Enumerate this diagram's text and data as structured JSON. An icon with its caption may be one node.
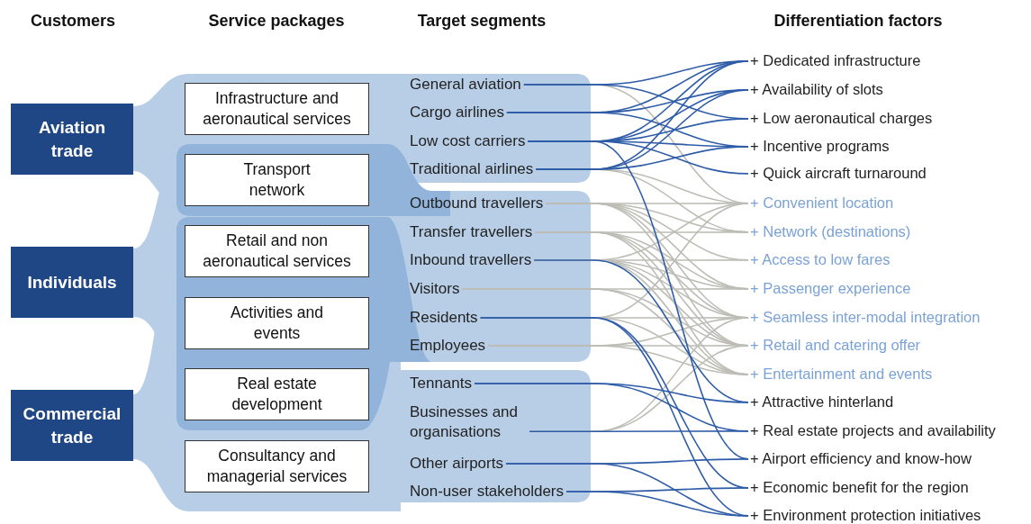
{
  "diagram": {
    "nodes": [
      {
        "text": [
          "Aviation trade"
        ]
      },
      {
        "text": [
          "Individuals"
        ]
      },
      {
        "text": [
          "Commercial trade"
        ]
      },
      {
        "text": [
          "Infrastructure and aeronautical services"
        ]
      },
      {
        "text": [
          "Transport network"
        ]
      },
      {
        "text": [
          "Retail and non aeronautical services"
        ]
      },
      {
        "text": [
          "Activities and events"
        ]
      },
      {
        "text": [
          "Real estate development"
        ]
      },
      {
        "text": [
          "Consultancy and managerial services"
        ]
      },
      {
        "text": [
          "General aviation"
        ]
      },
      {
        "text": [
          "Cargo airlines"
        ]
      },
      {
        "text": [
          "Low cost carriers"
        ]
      },
      {
        "text": [
          "Traditional airlines"
        ]
      },
      {
        "text": [
          "Outbound travellers"
        ]
      },
      {
        "text": [
          "Transfer travellers"
        ]
      },
      {
        "text": [
          "Inbound travellers"
        ]
      },
      {
        "text": [
          "Visitors"
        ]
      },
      {
        "text": [
          "Residents"
        ]
      },
      {
        "text": [
          "Employees"
        ]
      },
      {
        "text": [
          "Tennants"
        ]
      },
      {
        "text": [
          "Businesses and organisations"
        ]
      },
      {
        "text": [
          "Other airports"
        ]
      },
      {
        "text": [
          "Non-user stakeholders"
        ]
      },
      {
        "text": [
          "+ Dedicated infrastructure"
        ]
      },
      {
        "text": [
          "+ Availability of slots"
        ]
      },
      {
        "text": [
          "+ Low aeronautical charges"
        ]
      },
      {
        "text": [
          "+ Incentive programs"
        ]
      },
      {
        "text": [
          "+ Quick aircraft turnaround"
        ]
      },
      {
        "text": [
          "+ Convenient location"
        ]
      },
      {
        "text": [
          "+ Network (destinations)"
        ]
      },
      {
        "text": [
          "+ Access to low fares"
        ]
      },
      {
        "text": [
          "+ Passenger experience"
        ]
      },
      {
        "text": [
          "+ Seamless inter-modal integration"
        ]
      },
      {
        "text": [
          "+ Retail and catering offer"
        ]
      },
      {
        "text": [
          "+ Entertainment and events"
        ]
      },
      {
        "text": [
          "+ Attractive hinterland"
        ]
      },
      {
        "text": [
          "+ Real estate projects and availability"
        ]
      },
      {
        "text": [
          "+ Airport efficiency and know-how"
        ]
      },
      {
        "text": [
          "+ Economic benefit for the region"
        ]
      },
      {
        "text": [
          "+ Environment protection initiatives"
        ]
      }
    ],
    "edges": [
      {
        "from": 9,
        "to": 23,
        "arrow": "none",
        "color": "#2e5ca8"
      },
      {
        "from": 9,
        "to": 25,
        "arrow": "none",
        "color": "#2e5ca8"
      },
      {
        "from": 9,
        "to": 28,
        "arrow": "none"
      },
      {
        "from": 10,
        "to": 23,
        "arrow": "none",
        "color": "#2e5ca8"
      },
      {
        "from": 10,
        "to": 24,
        "arrow": "none",
        "color": "#2e5ca8"
      },
      {
        "from": 10,
        "to": 26,
        "arrow": "none",
        "color": "#2e5ca8"
      },
      {
        "from": 11,
        "to": 23,
        "arrow": "none",
        "color": "#2e5ca8"
      },
      {
        "from": 11,
        "to": 24,
        "arrow": "none",
        "color": "#2e5ca8"
      },
      {
        "from": 11,
        "to": 25,
        "arrow": "none",
        "color": "#2e5ca8"
      },
      {
        "from": 11,
        "to": 26,
        "arrow": "none",
        "color": "#2e5ca8"
      },
      {
        "from": 11,
        "to": 27,
        "arrow": "none",
        "color": "#2e5ca8"
      },
      {
        "from": 11,
        "to": 37,
        "arrow": "none",
        "color": "#2e5ca8"
      },
      {
        "from": 12,
        "to": 23,
        "arrow": "none",
        "color": "#2e5ca8"
      },
      {
        "from": 12,
        "to": 24,
        "arrow": "none",
        "color": "#2e5ca8"
      },
      {
        "from": 12,
        "to": 26,
        "arrow": "none",
        "color": "#2e5ca8"
      },
      {
        "from": 12,
        "to": 28,
        "arrow": "none"
      },
      {
        "from": 12,
        "to": 29,
        "arrow": "none"
      },
      {
        "from": 13,
        "to": 28,
        "arrow": "none"
      },
      {
        "from": 13,
        "to": 29,
        "arrow": "none"
      },
      {
        "from": 13,
        "to": 30,
        "arrow": "none"
      },
      {
        "from": 13,
        "to": 31,
        "arrow": "none"
      },
      {
        "from": 13,
        "to": 32,
        "arrow": "none"
      },
      {
        "from": 13,
        "to": 33,
        "arrow": "none"
      },
      {
        "from": 14,
        "to": 29,
        "arrow": "none"
      },
      {
        "from": 14,
        "to": 31,
        "arrow": "none"
      },
      {
        "from": 14,
        "to": 32,
        "arrow": "none"
      },
      {
        "from": 14,
        "to": 33,
        "arrow": "none"
      },
      {
        "from": 14,
        "to": 34,
        "arrow": "none"
      },
      {
        "from": 15,
        "to": 28,
        "arrow": "none"
      },
      {
        "from": 15,
        "to": 30,
        "arrow": "none"
      },
      {
        "from": 15,
        "to": 31,
        "arrow": "none"
      },
      {
        "from": 15,
        "to": 32,
        "arrow": "none"
      },
      {
        "from": 15,
        "to": 33,
        "arrow": "none"
      },
      {
        "from": 15,
        "to": 34,
        "arrow": "none"
      },
      {
        "from": 15,
        "to": 35,
        "arrow": "none",
        "color": "#2e5ca8"
      },
      {
        "from": 16,
        "to": 31,
        "arrow": "none"
      },
      {
        "from": 16,
        "to": 33,
        "arrow": "none"
      },
      {
        "from": 16,
        "to": 34,
        "arrow": "none"
      },
      {
        "from": 17,
        "to": 28,
        "arrow": "none"
      },
      {
        "from": 17,
        "to": 32,
        "arrow": "none"
      },
      {
        "from": 17,
        "to": 34,
        "arrow": "none"
      },
      {
        "from": 17,
        "to": 38,
        "arrow": "none",
        "color": "#2e5ca8"
      },
      {
        "from": 17,
        "to": 39,
        "arrow": "none",
        "color": "#2e5ca8"
      },
      {
        "from": 18,
        "to": 32,
        "arrow": "none"
      },
      {
        "from": 18,
        "to": 33,
        "arrow": "none"
      },
      {
        "from": 18,
        "to": 34,
        "arrow": "none"
      },
      {
        "from": 19,
        "to": 35,
        "arrow": "none",
        "color": "#2e5ca8"
      },
      {
        "from": 19,
        "to": 36,
        "arrow": "none",
        "color": "#2e5ca8"
      },
      {
        "from": 20,
        "to": 32,
        "arrow": "none"
      },
      {
        "from": 20,
        "to": 33,
        "arrow": "none"
      },
      {
        "from": 20,
        "to": 36,
        "arrow": "none",
        "color": "#2e5ca8"
      },
      {
        "from": 21,
        "to": 37,
        "arrow": "none",
        "color": "#2e5ca8"
      },
      {
        "from": 21,
        "to": 39,
        "arrow": "none",
        "color": "#2e5ca8"
      },
      {
        "from": 22,
        "to": 38,
        "arrow": "none",
        "color": "#2e5ca8"
      },
      {
        "from": 22,
        "to": 39,
        "arrow": "none",
        "color": "#2e5ca8"
      }
    ],
    "labels": [
      "Customers",
      "Service packages",
      "Target segments",
      "Differentiation factors"
    ]
  }
}
